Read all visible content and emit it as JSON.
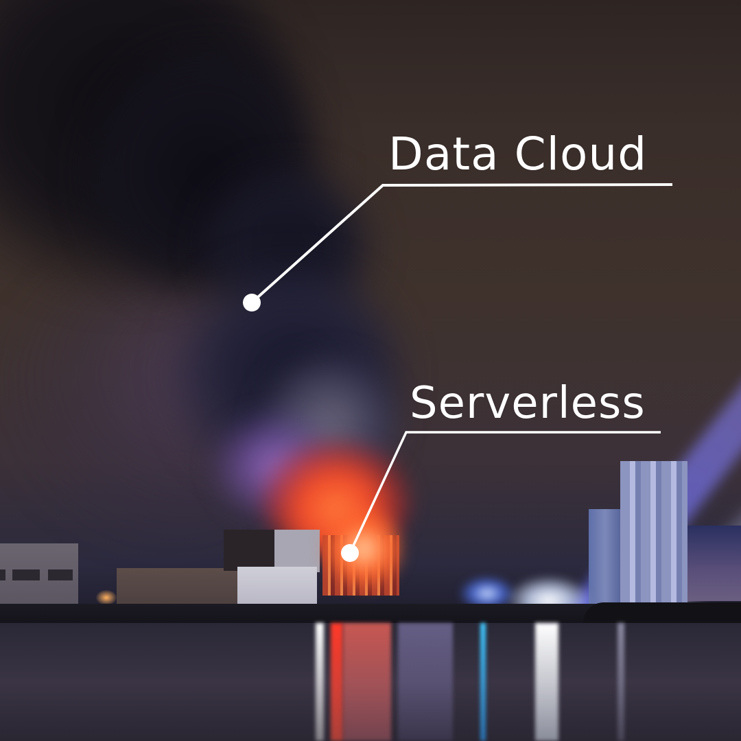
{
  "image": {
    "description": "Night photo of a burning data-center building beside a river, with smoke plume, searchlight beams and reflections, overlaid with two white callout annotations"
  },
  "annotations": [
    {
      "label": "Data Cloud",
      "target": "smoke plume",
      "dot": [
        367,
        441
      ],
      "elbow": [
        558,
        270
      ],
      "line_end": [
        980,
        269
      ]
    },
    {
      "label": "Serverless",
      "target": "burning building",
      "dot": [
        510,
        806
      ],
      "elbow": [
        592,
        630
      ],
      "line_end": [
        963,
        630
      ]
    }
  ],
  "colors": {
    "annotation": "#ffffff",
    "sky": "#3f322d",
    "smoke": "#15131d",
    "fire": "#f04a2a",
    "searchlight": "#6e6ef0",
    "water": "#2a2836"
  }
}
